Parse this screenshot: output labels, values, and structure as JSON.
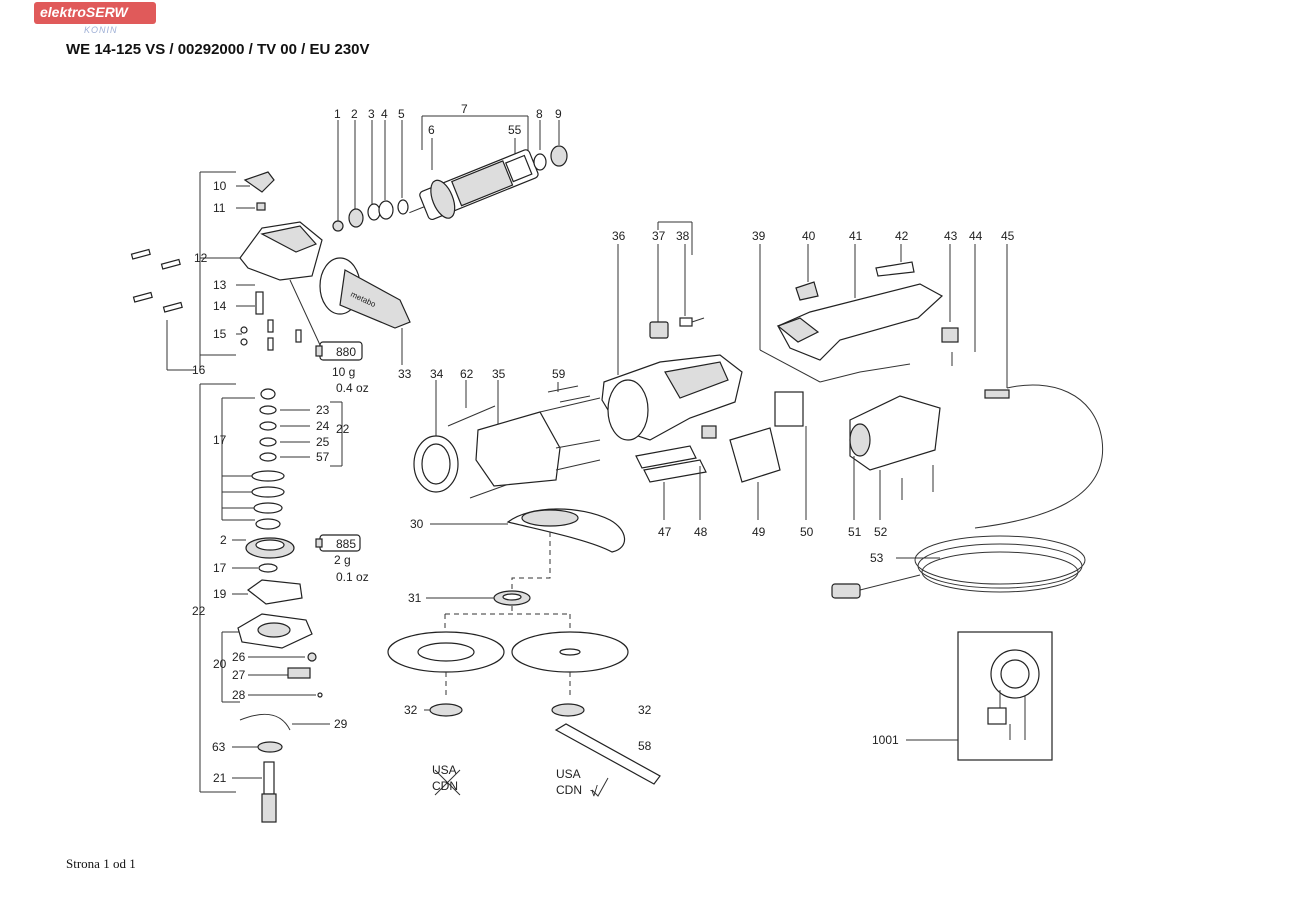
{
  "header": {
    "logo_text": "elektroSERW",
    "logo_sub": "KONIN",
    "title": "WE 14-125 VS / 00292000 / TV 00 / EU 230V"
  },
  "footer": {
    "page_label": "Strona 1 od 1"
  },
  "labels": {
    "p1": "1",
    "p2": "2",
    "p3": "3",
    "p4": "4",
    "p5": "5",
    "p6": "6",
    "p7": "7",
    "p8": "8",
    "p9": "9",
    "p55": "55",
    "p10": "10",
    "p11": "11",
    "p12": "12",
    "p13": "13",
    "p14": "14",
    "p15": "15",
    "p16": "16",
    "p33": "33",
    "p34": "34",
    "p62": "62",
    "p35": "35",
    "p59": "59",
    "p36": "36",
    "p37": "37",
    "p38": "38",
    "p39": "39",
    "p40": "40",
    "p41": "41",
    "p42": "42",
    "p43": "43",
    "p44": "44",
    "p45": "45",
    "p17a": "17",
    "p23": "23",
    "p24": "24",
    "p25": "25",
    "p57": "57",
    "p22a": "22",
    "p2b": "2",
    "p17b": "17",
    "p19": "19",
    "p22b": "22",
    "p20": "20",
    "p26": "26",
    "p27": "27",
    "p28": "28",
    "p29": "29",
    "p63": "63",
    "p21": "21",
    "p30": "30",
    "p31": "31",
    "p32a": "32",
    "p32b": "32",
    "p58": "58",
    "p47": "47",
    "p48": "48",
    "p49": "49",
    "p50": "50",
    "p51": "51",
    "p52": "52",
    "p53": "53",
    "p1001": "1001"
  },
  "grease_tubes": {
    "a": {
      "code": "880",
      "weight": "10 g",
      "weight_oz": "0.4 oz"
    },
    "b": {
      "code": "885",
      "weight": "2 g",
      "weight_oz": "0.1 oz"
    }
  },
  "market_marks": {
    "excluded_usa": "USA",
    "excluded_cdn": "CDN",
    "included_usa": "USA",
    "included_cdn": "CDN",
    "check": "√"
  },
  "handle_brand": "metabo"
}
